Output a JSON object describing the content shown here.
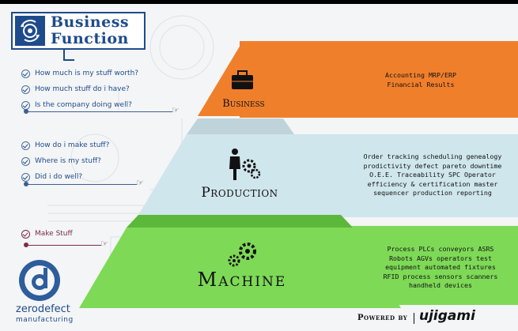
{
  "header": {
    "title_line1": "Business",
    "title_line2": "Function"
  },
  "questions": {
    "business": [
      "How much is my stuff worth?",
      "How much stuff do i have?",
      "Is the company doing well?"
    ],
    "production": [
      "How do i make stuff?",
      "Where is my stuff?",
      "Did i do well?"
    ],
    "machine": [
      "Make Stuff"
    ]
  },
  "tiers": {
    "business": {
      "label": "Business",
      "panel_text": [
        "Accounting  MRP/ERP",
        "Financial Results"
      ],
      "color": "#f07f2c",
      "icon": "briefcase-icon"
    },
    "production": {
      "label": "Production",
      "panel_text": [
        "Order tracking scheduling genealogy",
        "prodictivity defect pareto downtime",
        "O.E.E. Traceability SPC Operator",
        "efficiency & certification master",
        "sequencer production reporting"
      ],
      "color": "#cfe6ec",
      "icon": "worker-gears-icon"
    },
    "machine": {
      "label": "Machine",
      "panel_text": [
        "Process PLCs conveyors ASRS",
        "Robots AGVs operators test",
        "equipment automated fixtures",
        "RFID process sensors scanners",
        "handheld devices"
      ],
      "color": "#7ed957",
      "icon": "gears-icon"
    }
  },
  "footer": {
    "logo_line1": "zerodefect",
    "logo_line2": "manufacturing",
    "powered_by": "Powered by",
    "brand": "ujigami"
  }
}
